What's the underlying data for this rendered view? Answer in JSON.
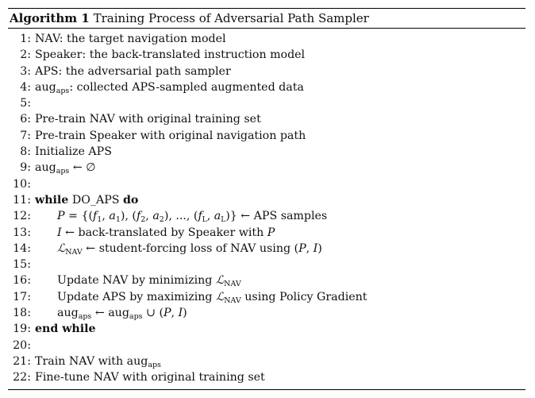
{
  "algorithm": {
    "label": "Algorithm 1",
    "title": "Training Process of Adversarial Path Sampler",
    "lines": [
      {
        "num": "1:",
        "parts": [
          {
            "t": "NAV: the target navigation model"
          }
        ]
      },
      {
        "num": "2:",
        "parts": [
          {
            "t": "Speaker: the back-translated instruction model"
          }
        ]
      },
      {
        "num": "3:",
        "parts": [
          {
            "t": "APS: the adversarial path sampler"
          }
        ]
      },
      {
        "num": "4:",
        "parts": [
          {
            "t": "aug"
          },
          {
            "t": "aps",
            "sub": true
          },
          {
            "t": ": collected APS-sampled augmented data"
          }
        ]
      },
      {
        "num": "5:",
        "parts": []
      },
      {
        "num": "6:",
        "parts": [
          {
            "t": "Pre-train NAV with original training set"
          }
        ]
      },
      {
        "num": "7:",
        "parts": [
          {
            "t": "Pre-train Speaker with original navigation path"
          }
        ]
      },
      {
        "num": "8:",
        "parts": [
          {
            "t": "Initialize APS"
          }
        ]
      },
      {
        "num": "9:",
        "parts": [
          {
            "t": "aug"
          },
          {
            "t": "aps",
            "sub": true
          },
          {
            "t": " ← ∅"
          }
        ]
      },
      {
        "num": "10:",
        "parts": []
      },
      {
        "num": "11:",
        "parts": [
          {
            "t": "while",
            "kw": true
          },
          {
            "t": " DO_APS "
          },
          {
            "t": "do",
            "kw": true
          }
        ]
      },
      {
        "num": "12:",
        "indent": 1,
        "parts": [
          {
            "t": "P",
            "math": true
          },
          {
            "t": " = {("
          },
          {
            "t": "f",
            "math": true
          },
          {
            "t": "1",
            "sub": true
          },
          {
            "t": ", "
          },
          {
            "t": "a",
            "math": true
          },
          {
            "t": "1",
            "sub": true
          },
          {
            "t": "), ("
          },
          {
            "t": "f",
            "math": true
          },
          {
            "t": "2",
            "sub": true
          },
          {
            "t": ", "
          },
          {
            "t": "a",
            "math": true
          },
          {
            "t": "2",
            "sub": true
          },
          {
            "t": "), ..., ("
          },
          {
            "t": "f",
            "math": true
          },
          {
            "t": "L",
            "sub": true,
            "math": true
          },
          {
            "t": ", "
          },
          {
            "t": "a",
            "math": true
          },
          {
            "t": "L",
            "sub": true,
            "math": true
          },
          {
            "t": ")} ← APS samples"
          }
        ]
      },
      {
        "num": "13:",
        "indent": 1,
        "parts": [
          {
            "t": "I",
            "math": true
          },
          {
            "t": " ← back-translated by Speaker with "
          },
          {
            "t": "P",
            "math": true
          }
        ]
      },
      {
        "num": "14:",
        "indent": 1,
        "parts": [
          {
            "t": "ℒ",
            "math": true
          },
          {
            "t": "NAV",
            "sub": true
          },
          {
            "t": " ← student-forcing loss of NAV using ("
          },
          {
            "t": "P",
            "math": true
          },
          {
            "t": ", "
          },
          {
            "t": "I",
            "math": true
          },
          {
            "t": ")"
          }
        ]
      },
      {
        "num": "15:",
        "parts": []
      },
      {
        "num": "16:",
        "indent": 1,
        "parts": [
          {
            "t": "Update NAV by minimizing "
          },
          {
            "t": "ℒ",
            "math": true
          },
          {
            "t": "NAV",
            "sub": true
          }
        ]
      },
      {
        "num": "17:",
        "indent": 1,
        "parts": [
          {
            "t": "Update APS by maximizing "
          },
          {
            "t": "ℒ",
            "math": true
          },
          {
            "t": "NAV",
            "sub": true
          },
          {
            "t": " using Policy Gradient"
          }
        ]
      },
      {
        "num": "18:",
        "indent": 1,
        "parts": [
          {
            "t": "aug"
          },
          {
            "t": "aps",
            "sub": true
          },
          {
            "t": " ← aug"
          },
          {
            "t": "aps",
            "sub": true
          },
          {
            "t": " ∪ ("
          },
          {
            "t": "P",
            "math": true
          },
          {
            "t": ", "
          },
          {
            "t": "I",
            "math": true
          },
          {
            "t": ")"
          }
        ]
      },
      {
        "num": "19:",
        "parts": [
          {
            "t": "end while",
            "kw": true
          }
        ]
      },
      {
        "num": "20:",
        "parts": []
      },
      {
        "num": "21:",
        "parts": [
          {
            "t": "Train NAV with aug"
          },
          {
            "t": "aps",
            "sub": true
          }
        ]
      },
      {
        "num": "22:",
        "parts": [
          {
            "t": "Fine-tune NAV with original training set"
          }
        ]
      }
    ]
  }
}
